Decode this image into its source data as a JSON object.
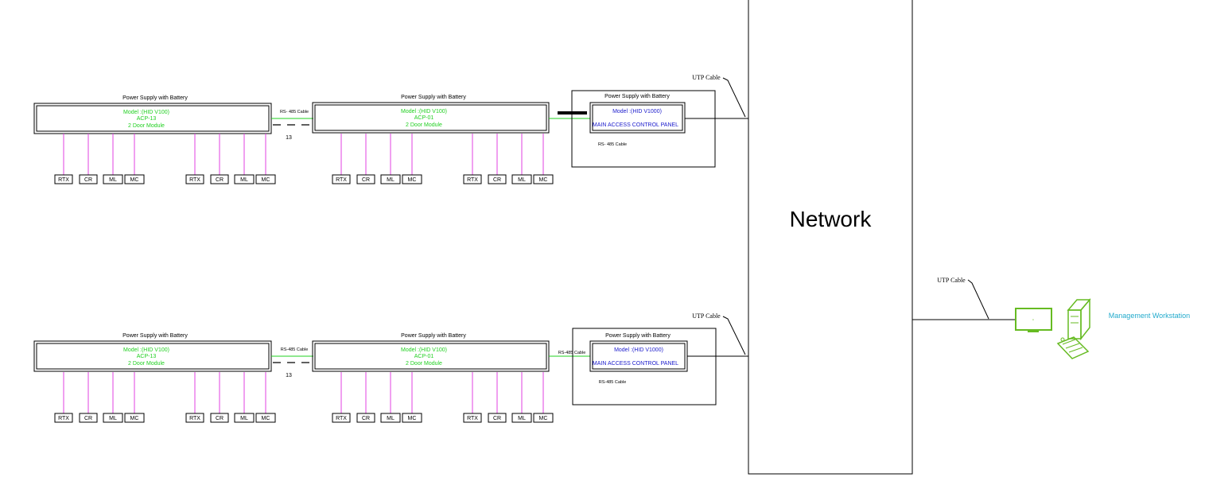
{
  "network": {
    "label": "Network"
  },
  "cables": {
    "utp": "UTP Cable",
    "rs485": "RS- 485 Cable",
    "rs485_lower": "RS-485 Cable",
    "rs485_main_top": "RS- 485 Cable",
    "rs485_main_bottom": "RS-485 Cable"
  },
  "count_label": "13",
  "psu_label": "Power Supply with Battery",
  "main_panel": {
    "model": "Model :(HID V1000)",
    "name": "MAIN ACCESS CONTROL PANEL"
  },
  "rows": [
    {
      "modules": [
        {
          "model": "Model :(HID V100)",
          "id": "ACP-13",
          "type": "2 Door Module"
        },
        {
          "model": "Model :(HID V100)",
          "id": "ACP-01",
          "type": "2 Door Module"
        }
      ]
    },
    {
      "modules": [
        {
          "model": "Model :(HID V100)",
          "id": "ACP-13",
          "type": "2 Door Module"
        },
        {
          "model": "Model :(HID V100)",
          "id": "ACP-01",
          "type": "2 Door Module"
        }
      ]
    }
  ],
  "devices": [
    "RTX",
    "CR",
    "ML",
    "MC"
  ],
  "workstation": {
    "label": "Management  Workstation"
  },
  "colors": {
    "module_text": "#22d022",
    "main_panel_text": "#1a1acc",
    "device_drops": "#e040e0",
    "workstation": "#66bb22",
    "workstation_label": "#22aacc"
  }
}
